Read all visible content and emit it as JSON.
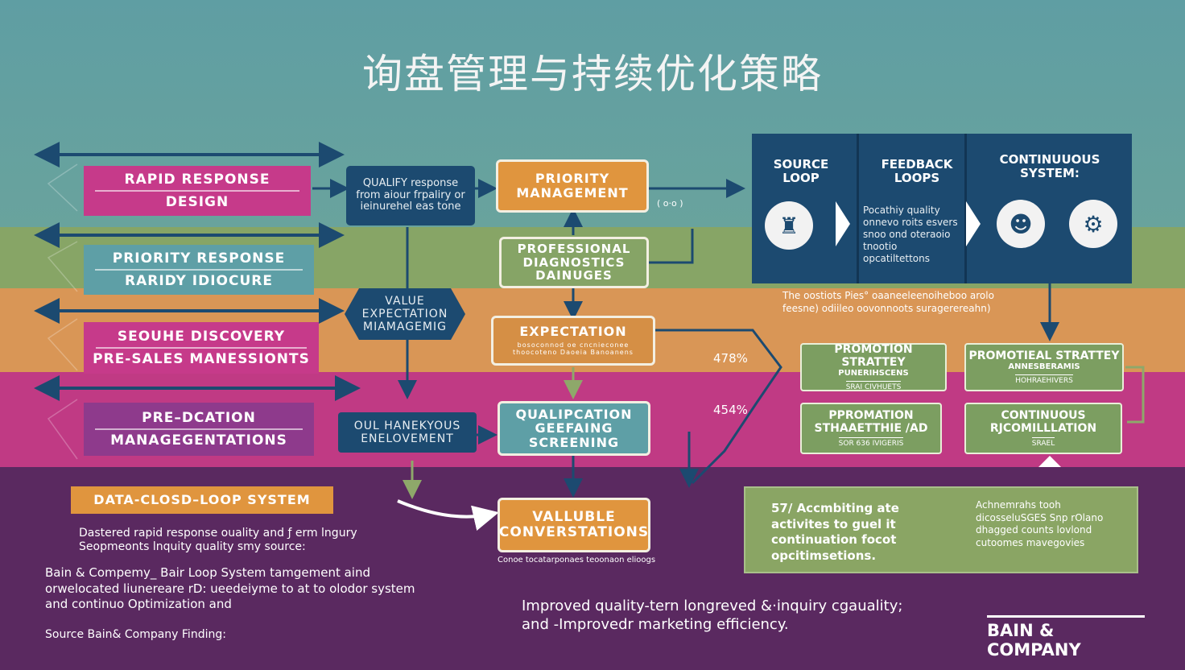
{
  "title": "询盘管理与持续优化策略",
  "left_column": {
    "box1": {
      "line1": "RAPID RESPONSE",
      "line2": "DESIGN"
    },
    "box2": {
      "line1": "PRIORITY RESPONSE",
      "line2": "RARIDY IDIOCURE"
    },
    "box3": {
      "line1": "SEOUHE DISCOVERY",
      "line2": "PRE-SALES MANESSIONTS"
    },
    "box4": {
      "line1": "PRE–DCATION",
      "line2": "MANAGEGENTATIONS"
    },
    "data_box": "DATA-CLOSD–LOOP SYSTEM"
  },
  "mid_left": {
    "quality_box": "QUALIFY response from aiour frpaliry or ieinurehel eas tone",
    "value_box": "VALUE EXPECTATION MIAMAGEMIG",
    "oul_box": "OUL HANEKYOUS ENELOVEMENT"
  },
  "center": {
    "priority": "PRIORITY MANAGEMENT",
    "professional": "PROFESSIONAL DIAGNOSTICS DAINUGES",
    "expectation": "EXPECTATION",
    "expectation_sub": "bosoconnod oe cncnieconee thoocoteno Daoeia Banoanens",
    "qualification": "QUALIPCATION GEEFAING SCREENING",
    "valuable": "VALLUBLE CONVERSTATIONS",
    "valuable_caption": "Conoe tocatarponaes teoonaon elioogs",
    "arrow_label": "( o·o )"
  },
  "feedback_panel": {
    "col1": "SOURCE LOOP",
    "col2": "FEEDBACK LOOPS",
    "col3": "CONTINUUOUS SYSTEM:",
    "body_text": "Pocathiy quality onnevo roits esvers snoo ond oteraoio tnootio opcatiltettons",
    "caption": "The oostiots Pies° oaaneeleenoiheboo arolo feesne) odiileo oovonnoots suragerereahn)"
  },
  "percent1": "478%",
  "percent2": "454%",
  "promo_boxes": [
    {
      "title": "PROMOTION STRATTEY",
      "tag": "PUNERIHSCENS",
      "sub": "SRAI CIVHUETS"
    },
    {
      "title": "PROMOTIEAL STRATTEY",
      "tag": "ANNESBERAMIS",
      "sub": "HOHRAEHIVERS"
    },
    {
      "title": "PPROMATION STHAAETTHIE /AD",
      "tag": "",
      "sub": "SOR 636 IVIGERIS"
    },
    {
      "title": "CONTINUOUS RJCOMILLLATION",
      "tag": "",
      "sub": "SRAEL"
    }
  ],
  "result_panel": {
    "left": "57/ Accmbiting ate activites to guel it continuation focot opcitimsetions.",
    "right": "Achnemrahs tooh dicosseluSGES Snp rOlano dhagged counts lovlond cutoomes mavegovies"
  },
  "bottom_left": {
    "para1": "Dastered rapid response ouality and ƒ erm lngury Seopmeonts lnquity quality smy source:",
    "para2": "Bain & Compemy_  Bair Loop System tamgement aind orwelocated liunereare rD: ueedeiyme to at to olodor system and continuo Optimization and",
    "source": "Source Bain& Company Finding:"
  },
  "bottom_center": "Improved quality-tern longreved &·inquiry cgauality; and -Improvedr marketing efficiency.",
  "brand": "BAIN & COMPANY"
}
